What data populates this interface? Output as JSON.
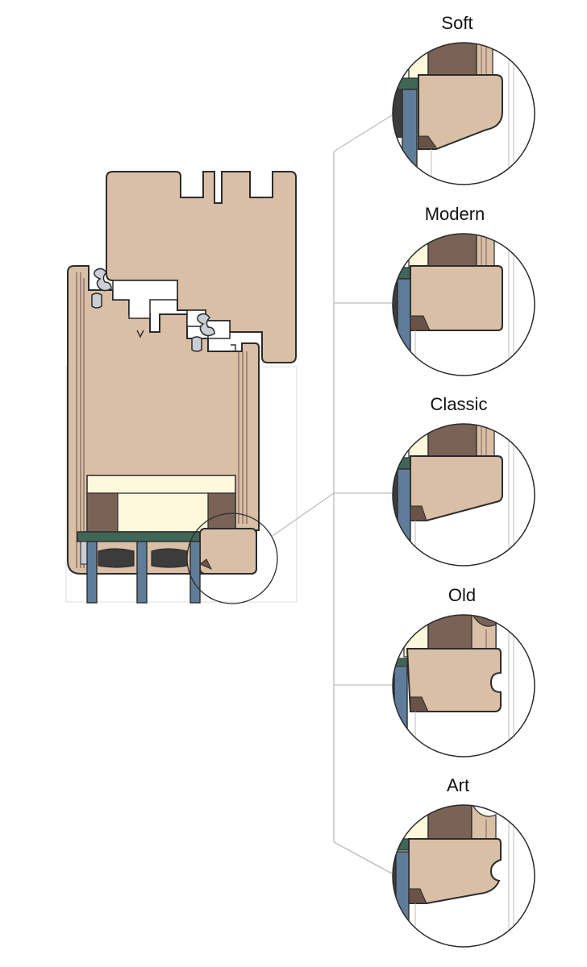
{
  "profiles": [
    {
      "id": "soft",
      "label": "Soft"
    },
    {
      "id": "modern",
      "label": "Modern"
    },
    {
      "id": "classic",
      "label": "Classic"
    },
    {
      "id": "old",
      "label": "Old"
    },
    {
      "id": "art",
      "label": "Art"
    }
  ],
  "colors": {
    "wood": "#d9bfa6",
    "wood_dark": "#7a6356",
    "wood_darker": "#6a5246",
    "cream": "#fdf8dc",
    "glass_blue": "#5f7d98",
    "gasket_green": "#3f6656",
    "seal_dark": "#3c3c3c",
    "outline": "#2b2b2b",
    "guide_line": "#bdbdbd"
  }
}
